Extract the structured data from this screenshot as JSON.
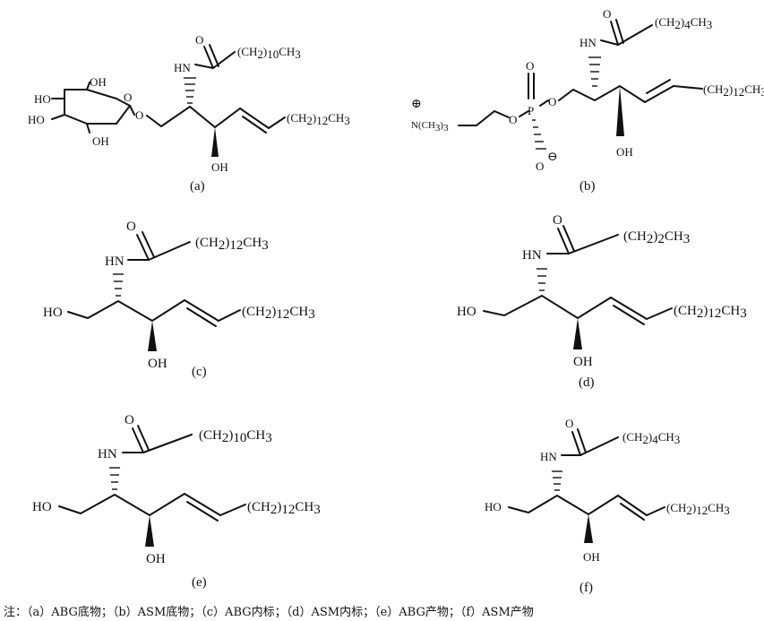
{
  "panel_labels": [
    "(a)",
    "(b)",
    "(c)",
    "(d)",
    "(e)",
    "(f)"
  ],
  "atoms": {
    "oh": "OH",
    "ho": "HO",
    "o": "O",
    "hn": "HN",
    "p": "P",
    "n_left": "N(CH",
    "n_sub": "3",
    "n_right": ")",
    "n_tail": "3",
    "plus": "⊕",
    "minus": "⊖"
  },
  "chains": {
    "ch2_open": "(CH",
    "ch2_sub": "2",
    "close": ")",
    "ch3": "CH",
    "ch3_sub": "3",
    "n10": "10",
    "n12": "12",
    "n4": "4",
    "n2": "2"
  },
  "footer": {
    "note": "注：",
    "a": "（a）ABG底物；",
    "b": "（b）ASM底物；",
    "c": "（c）ABG内标；",
    "d": "（d）ASM内标；",
    "e": "（e）ABG产物；",
    "f": "（f）ASM产物"
  }
}
